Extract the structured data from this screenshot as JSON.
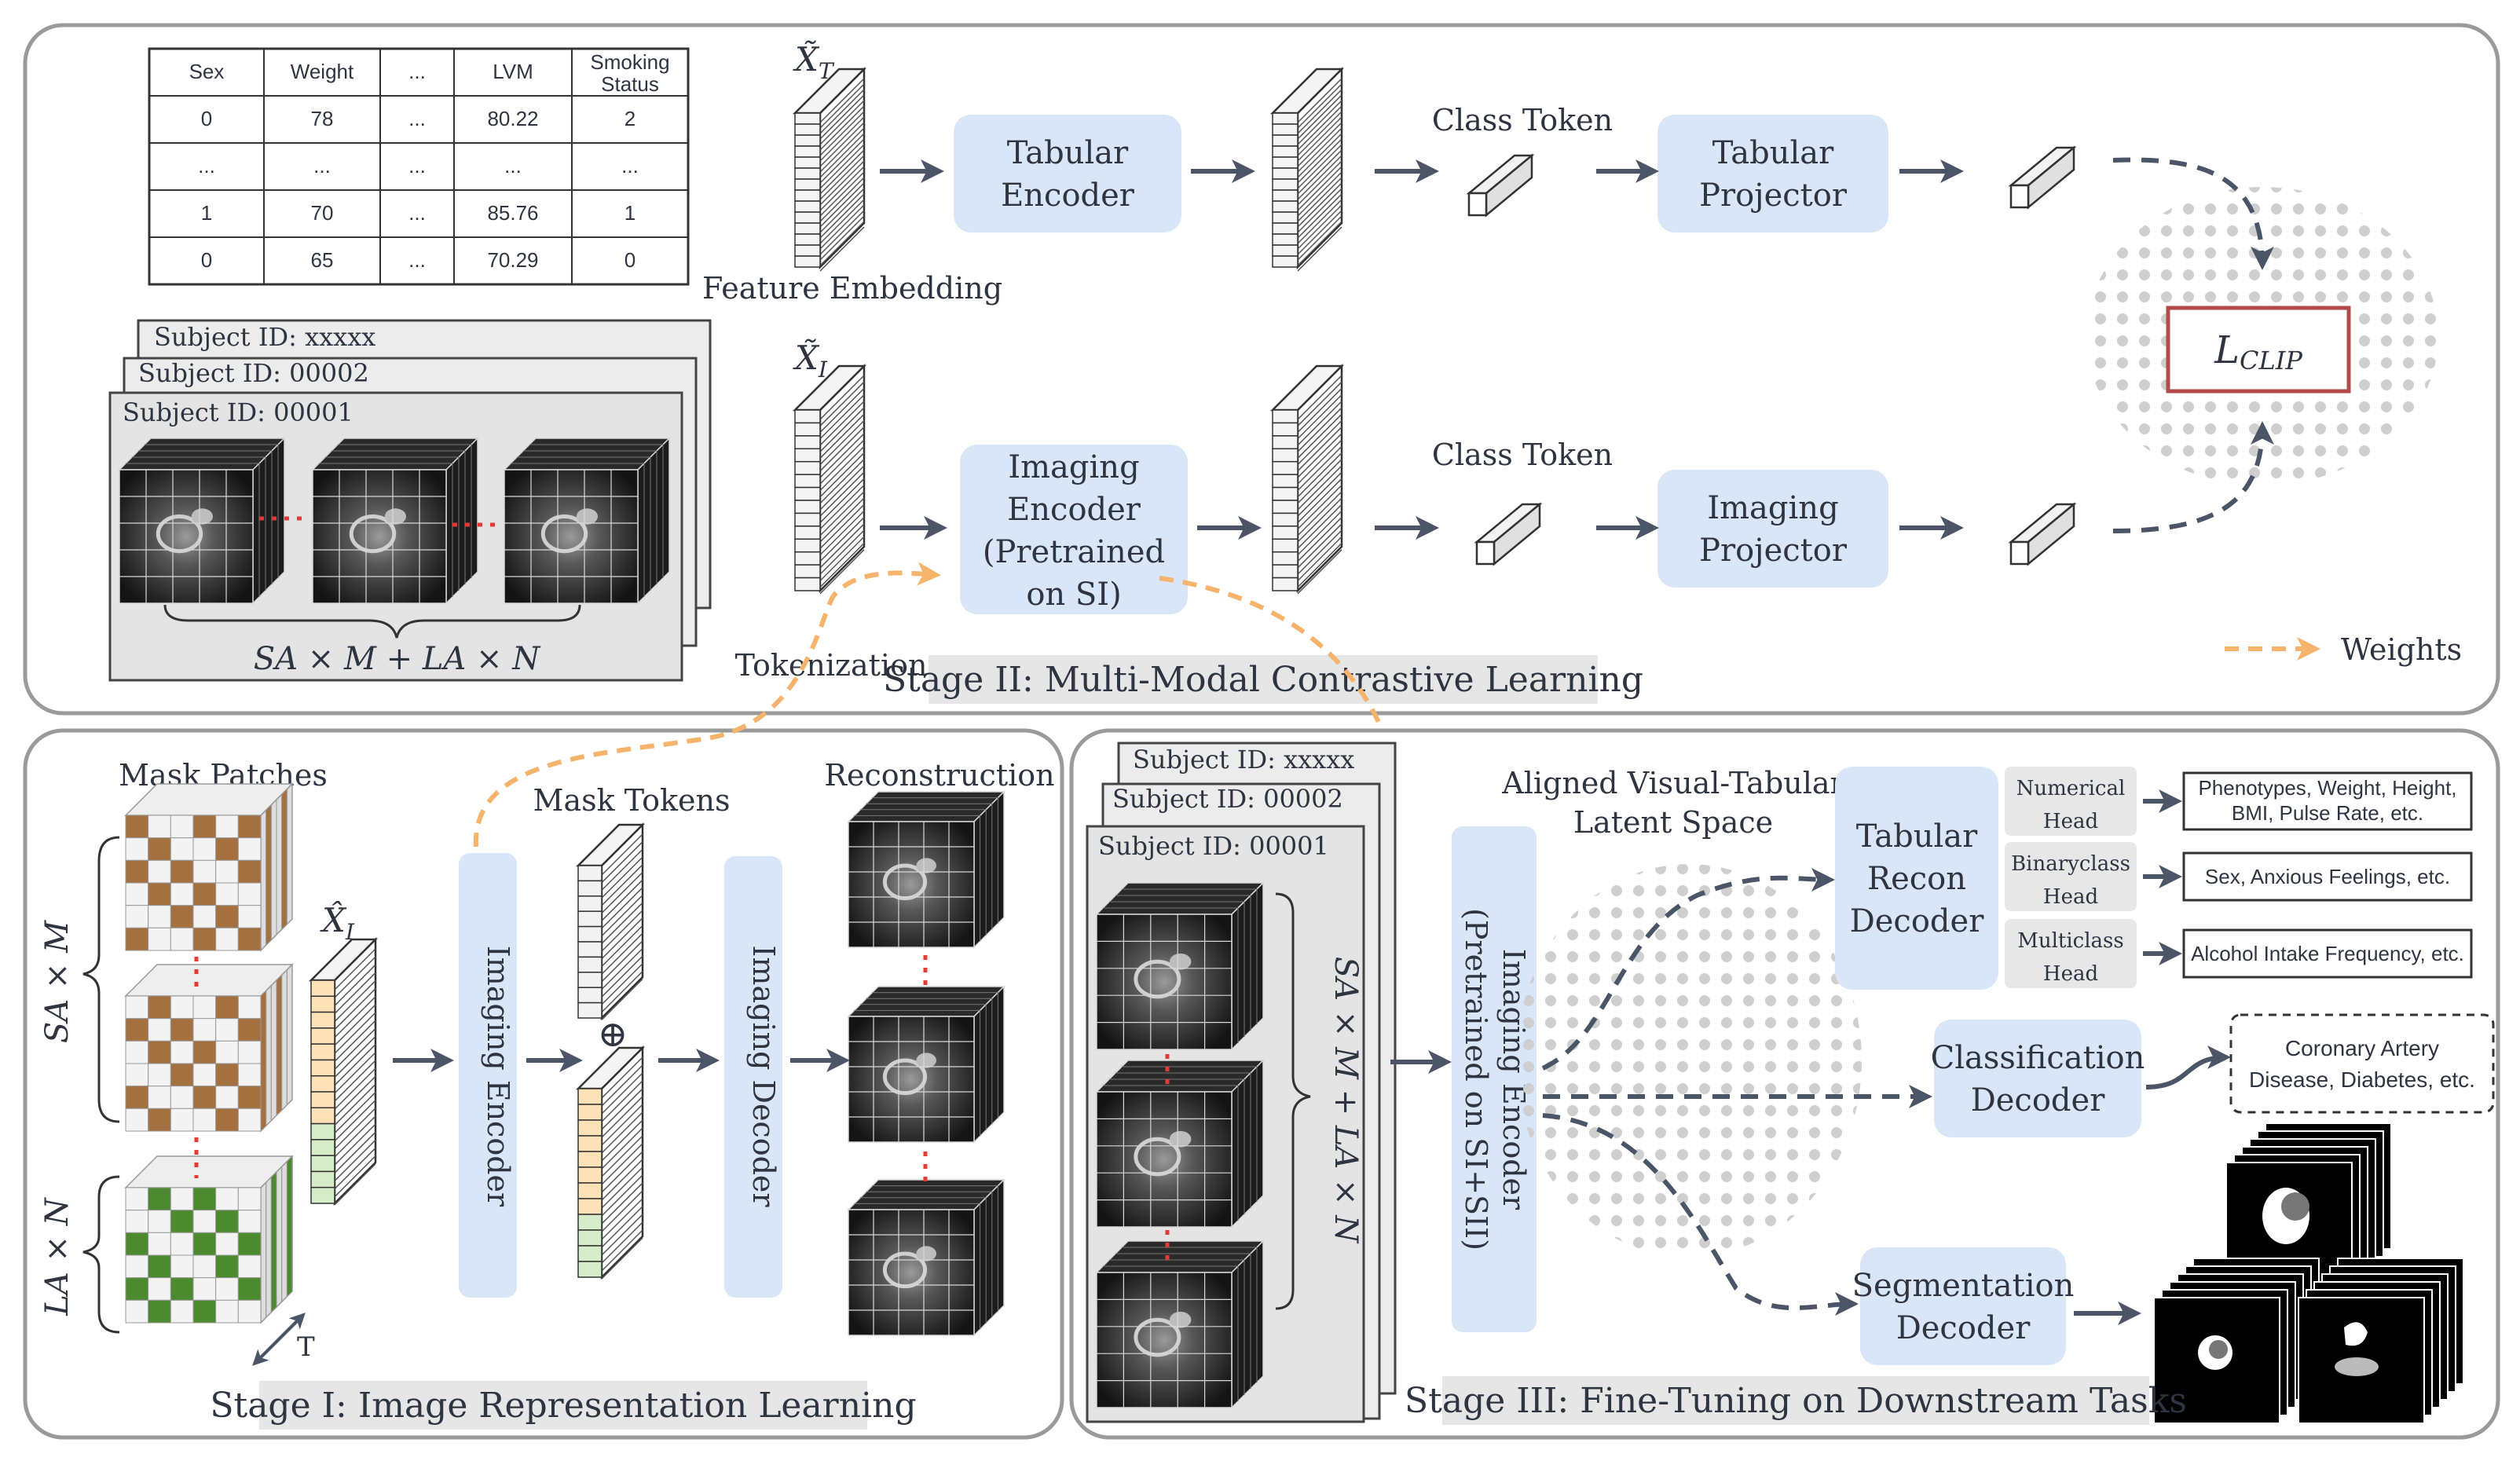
{
  "colors": {
    "panel_border": "#9a9a9a",
    "module_fill": "#d9e6f7",
    "arrow": "#4a5567",
    "orange": "#f5b36b",
    "clip_border": "#b34a4a",
    "head_fill": "#e7e7e7",
    "caption_fill": "#e6e6e6",
    "dot": "#c9c9c9",
    "mask_brown": "#a4703f",
    "mask_green": "#4d8a2f",
    "token_orange": "#fde2b8",
    "token_green": "#d6ecc9"
  },
  "stage2": {
    "caption": "Stage II: Multi-Modal Contrastive Learning",
    "table": {
      "headers": [
        "Sex",
        "Weight",
        "...",
        "LVM",
        "Smoking\nStatus"
      ],
      "rows": [
        [
          "0",
          "78",
          "...",
          "80.22",
          "2"
        ],
        [
          "...",
          "...",
          "...",
          "...",
          "..."
        ],
        [
          "1",
          "70",
          "...",
          "85.76",
          "1"
        ],
        [
          "0",
          "65",
          "...",
          "70.29",
          "0"
        ]
      ]
    },
    "subjects": [
      "Subject ID: xxxxx",
      "Subject ID: 00002",
      "Subject ID: 00001"
    ],
    "stack_formula": "SA × M + LA × N",
    "xt_label": "X̃",
    "xt_sub": "T",
    "xi_label": "X̃",
    "xi_sub": "I",
    "feature_embedding": "Feature Embedding",
    "tokenization": "Tokenization",
    "tabular_encoder": [
      "Tabular",
      "Encoder"
    ],
    "imaging_encoder": [
      "Imaging",
      "Encoder",
      "(Pretrained",
      "on SI)"
    ],
    "class_token_top": "Class Token",
    "class_token_bottom": "Class Token",
    "tabular_projector": [
      "Tabular",
      "Projector"
    ],
    "imaging_projector": [
      "Imaging",
      "Projector"
    ],
    "loss_main": "L",
    "loss_sub": "CLIP",
    "weights_legend": "Weights"
  },
  "stage1": {
    "caption": "Stage I: Image Representation Learning",
    "mask_patches": "Mask Patches",
    "mask_tokens": "Mask Tokens",
    "reconstruction": "Reconstruction",
    "sa_label": "SA × M",
    "la_label": "LA × N",
    "t_label": "T",
    "xhat_label": "X̂",
    "xhat_sub": "I",
    "imaging_encoder": "Imaging Encoder",
    "imaging_decoder": "Imaging Decoder",
    "oplus": "⊕"
  },
  "stage3": {
    "caption": "Stage III: Fine-Tuning on Downstream Tasks",
    "subjects": [
      "Subject ID: xxxxx",
      "Subject ID: 00002",
      "Subject ID: 00001"
    ],
    "stack_formula": "SA × M + LA × N",
    "imaging_encoder": [
      "Imaging Encoder",
      "(Pretrained on SI+SII)"
    ],
    "latent_space": [
      "Aligned Visual-Tabular",
      "Latent Space"
    ],
    "tabular_recon_decoder": [
      "Tabular",
      "Recon",
      "Decoder"
    ],
    "heads": [
      {
        "name": [
          "Numerical",
          "Head"
        ],
        "output": [
          "Phenotypes, Weight, Height,",
          "BMI, Pulse Rate, etc."
        ]
      },
      {
        "name": [
          "Binaryclass",
          "Head"
        ],
        "output": [
          "Sex, Anxious Feelings, etc."
        ]
      },
      {
        "name": [
          "Multiclass",
          "Head"
        ],
        "output": [
          "Alcohol Intake Frequency, etc."
        ]
      }
    ],
    "classification_decoder": [
      "Classification",
      "Decoder"
    ],
    "classification_output": [
      "Coronary Artery",
      "Disease, Diabetes, etc."
    ],
    "segmentation_decoder": [
      "Segmentation",
      "Decoder"
    ]
  }
}
